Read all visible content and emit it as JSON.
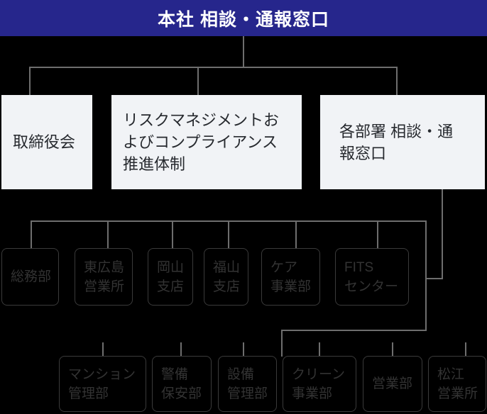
{
  "colors": {
    "background": "#000000",
    "banner_bg": "#26268c",
    "banner_text": "#ffffff",
    "light_box_bg": "#f1f3f6",
    "light_box_text": "#26292e",
    "connector_line": "#6e6e6e",
    "dark_box_border": "#3a3a3a",
    "dark_box_text": "#333333"
  },
  "banner": {
    "title": "本社 相談・通報窓口"
  },
  "level2": {
    "nodes": [
      {
        "name": "board-of-directors",
        "label": "取締役会"
      },
      {
        "name": "risk-management-compliance",
        "label": "リスクマネジメントお\nよびコンプライアンス\n推進体制"
      },
      {
        "name": "department-contact-desk",
        "label": "各部署 相談・通\n報窓口"
      }
    ]
  },
  "level3": {
    "nodes": [
      {
        "name": "general-affairs-dept",
        "label": "総務部"
      },
      {
        "name": "higashihiroshima-sales-office",
        "label": "東広島\n営業所"
      },
      {
        "name": "okayama-branch",
        "label": "岡山\n支店"
      },
      {
        "name": "fukuyama-branch",
        "label": "福山\n支店"
      },
      {
        "name": "care-business-division",
        "label": "ケア\n事業部"
      },
      {
        "name": "fits-center",
        "label": "FITS\nセンター"
      }
    ]
  },
  "level4": {
    "nodes": [
      {
        "name": "mansion-management-dept",
        "label": "マンション\n管理部"
      },
      {
        "name": "security-safety-dept",
        "label": "警備\n保安部"
      },
      {
        "name": "facility-management-dept",
        "label": "設備\n管理部"
      },
      {
        "name": "clean-business-division",
        "label": "クリーン\n事業部"
      },
      {
        "name": "sales-dept",
        "label": "営業部"
      },
      {
        "name": "matsue-sales-office",
        "label": "松江\n営業所"
      }
    ]
  }
}
